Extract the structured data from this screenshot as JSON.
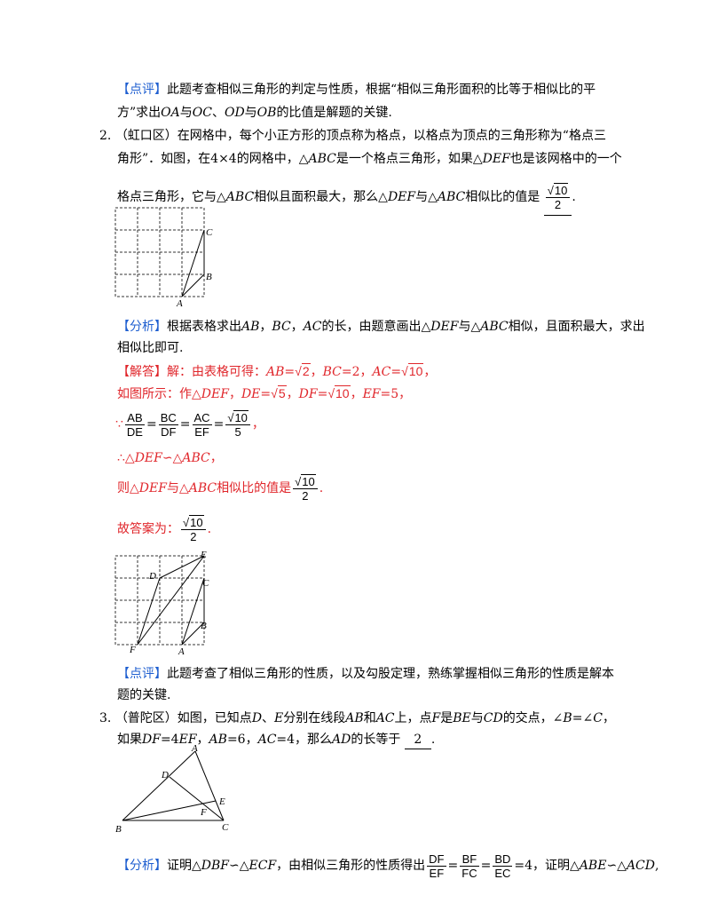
{
  "comment1": {
    "tag": "【点评】",
    "line1": "此题考查相似三角形的判定与性质，根据“相似三角形面积的比等于相似比的平",
    "line2_a": "方”求出",
    "oa": "OA",
    "yu1": "与",
    "oc": "OC",
    "sep": "、",
    "od": "OD",
    "yu2": "与",
    "ob": "OB",
    "line2_b": "的比值是解题的关键."
  },
  "q2": {
    "num": "2.",
    "line1": "（虹口区）在网格中，每个小正方形的顶点称为格点，以格点为顶点的三角形称为“格点三",
    "line2_a": "角形”．如图，在4×4的网格中，△",
    "abc1": "ABC",
    "line2_b": "是一个格点三角形，如果△",
    "def1": "DEF",
    "line2_c": "也是该网格中的一个",
    "line3_a": "格点三角形，它与△",
    "abc2": "ABC",
    "line3_b": "相似且面积最大，那么△",
    "def2": "DEF",
    "line3_c": "与△",
    "abc3": "ABC",
    "line3_d": "相似比的值是",
    "ans_num": "10",
    "ans_den": "2",
    "fig1_labels": {
      "c": "C",
      "b": "B",
      "a": "A"
    },
    "analysis_tag": "【分析】",
    "analysis1_a": "根据表格求出",
    "ab": "AB",
    "comma": "，",
    "bc": "BC",
    "ac": "AC",
    "analysis1_b": "的长，由题意画出△",
    "def3": "DEF",
    "analysis1_c": "与△",
    "abc4": "ABC",
    "analysis1_d": "相似，且面积最大，求出",
    "analysis2": "相似比即可.",
    "solution_tag": "【解答】",
    "sol1_a": "解：由表格可得：",
    "sol1_ab": "AB",
    "eq": "=",
    "sqrt2": "2",
    "sol1_bc": "BC",
    "bc_val": "=2，",
    "sol1_ac": "AC",
    "sqrt10": "10",
    "sol2_a": "如图所示：作△",
    "sol2_def": "DEF",
    "sol2_de": "DE",
    "sqrt5": "5",
    "sol2_df": "DF",
    "sol2_ef": "EF",
    "ef_val": "=5，",
    "fr1_num": "AB",
    "fr1_den": "DE",
    "fr2_num": "BC",
    "fr2_den": "DF",
    "fr3_num": "AC",
    "fr3_den": "EF",
    "fr4_num": "10",
    "fr4_den": "5",
    "because": "∵",
    "therefore": "∴△",
    "sim_def": "DEF",
    "sim": "∽△",
    "sim_abc": "ABC",
    "then_a": "则△",
    "then_def": "DEF",
    "then_b": "与△",
    "then_abc": "ABC",
    "then_c": "相似比的值是",
    "then_num": "10",
    "then_den": "2",
    "answer_lead": "故答案为：",
    "answer_num": "10",
    "answer_den": "2",
    "fig2_labels": {
      "e": "E",
      "d": "D",
      "c": "C",
      "b": "B",
      "f": "F",
      "a": "A"
    },
    "comment_tag": "【点评】",
    "comment1": "此题考查了相似三角形的性质，以及勾股定理，熟练掌握相似三角形的性质是解本",
    "comment2": "题的关键."
  },
  "q3": {
    "num": "3.",
    "line1_a": "（普陀区）如图，已知点",
    "d": "D",
    "dun": "、",
    "e": "E",
    "line1_b": "分别在线段",
    "ab": "AB",
    "he": "和",
    "ac": "AC",
    "line1_c": "上，点",
    "f": "F",
    "line1_d": "是",
    "be": "BE",
    "yu": "与",
    "cd": "CD",
    "line1_e": "的交点，∠",
    "angle_b": "B",
    "line1_f": "=∠",
    "angle_c": "C",
    "line1_g": "，",
    "line2_a": "如果",
    "df": "DF",
    "line2_b": "=4",
    "ef": "EF",
    "line2_c": "，",
    "ab2": "AB",
    "line2_d": "=6，",
    "ac2": "AC",
    "line2_e": "=4，那么",
    "ad": "AD",
    "line2_f": "的长等于",
    "answer": "2",
    "fig_labels": {
      "a": "A",
      "d": "D",
      "e": "E",
      "f": "F",
      "b": "B",
      "c": "C"
    },
    "analysis_tag": "【分析】",
    "an_a": "证明△",
    "dbf": "DBF",
    "sim": "∽△",
    "ecf": "ECF",
    "an_b": "，由相似三角形的性质得出",
    "f1_num": "DF",
    "f1_den": "EF",
    "f2_num": "BF",
    "f2_den": "FC",
    "f3_num": "BD",
    "f3_den": "EC",
    "ratio_val": "=4",
    "an_c": "，证明△",
    "abe": "ABE",
    "acd": "ACD",
    "an_d": ","
  }
}
